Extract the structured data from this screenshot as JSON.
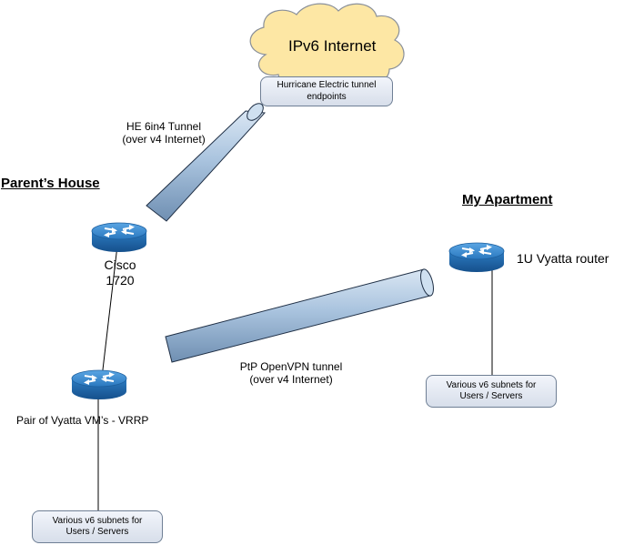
{
  "cloud": {
    "title": "IPv6 Internet",
    "endpoints_box": [
      "Hurricane Electric tunnel",
      "endpoints"
    ]
  },
  "tunnel_he": {
    "line1": "HE 6in4 Tunnel",
    "line2": "(over v4 Internet)"
  },
  "tunnel_vpn": {
    "line1": "PtP OpenVPN tunnel",
    "line2": "(over v4 Internet)"
  },
  "parents": {
    "heading": "Parent’s House",
    "cisco": {
      "line1": "Cisco",
      "line2": "1720"
    },
    "vyatta_pair": "Pair of Vyatta VM’s - VRRP",
    "subnets_box": [
      "Various v6 subnets for",
      "Users / Servers"
    ]
  },
  "apartment": {
    "heading": "My Apartment",
    "router": "1U Vyatta router",
    "subnets_box": [
      "Various v6 subnets for",
      "Users / Servers"
    ]
  },
  "colors": {
    "cloud_fill": "#fde7a4",
    "router_blue": "#2f7fc4",
    "tunnel_blue": "#9fb9d6"
  },
  "icons": [
    "cloud-icon",
    "router-icon",
    "tunnel-pipe-icon"
  ]
}
